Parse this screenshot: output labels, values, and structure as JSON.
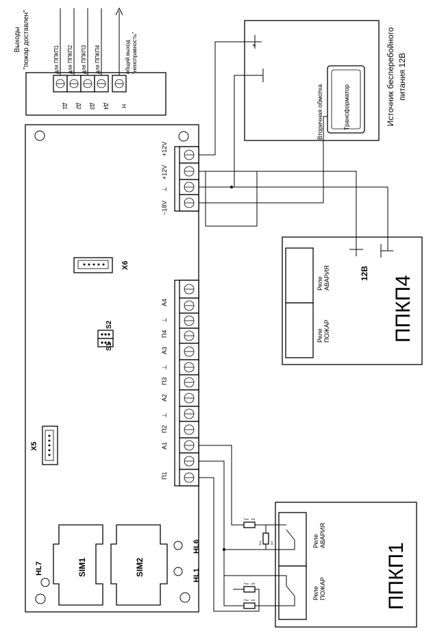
{
  "outputs_block": {
    "heading_line1": "Выходы",
    "heading_line2": "\"пожар доставлен\"",
    "channels": [
      {
        "label": "для ППКП1",
        "contact": "Д1"
      },
      {
        "label": "для ППКП2",
        "contact": "Д2"
      },
      {
        "label": "для ППКП3",
        "contact": "Д3"
      },
      {
        "label": "для ППКП4",
        "contact": "Д4"
      }
    ],
    "fault_line1": "общий выход",
    "fault_line2": "\"неисправность\"",
    "fault_contact": "Н"
  },
  "power_supply": {
    "title_line1": "Источник бесперебойного",
    "title_line2": "питания   12В",
    "transformer": "Трансформатор",
    "secondary": "Вторичная обмотка",
    "plus": "+",
    "minus": "⊥"
  },
  "board": {
    "power_terminals": [
      "+12V",
      "+12V",
      "⊥",
      "~18V"
    ],
    "signal_terminals": [
      "А4",
      "⊥",
      "П4",
      "А3",
      "⊥",
      "П3",
      "А2",
      "⊥",
      "П2",
      "А1",
      "П1"
    ],
    "x6": "X6",
    "x5": "X5",
    "s1": "S1",
    "s2": "S2",
    "sim1": "SIM1",
    "sim2": "SIM2",
    "hl7": "HL7",
    "hl6": "HL6",
    "hl1": "HL1"
  },
  "ppkp4": {
    "title": "ППКП4",
    "relay_fault_1": "Реле",
    "relay_fault_2": "АВАРИЯ",
    "relay_fire_1": "Реле",
    "relay_fire_2": "ПОЖАР",
    "voltage": "12В",
    "plus": "+",
    "minus": "⊥"
  },
  "ppkp1": {
    "title": "ППКП1",
    "relay_fault_1": "Реле",
    "relay_fault_2": "АВАРИЯ",
    "relay_fire_1": "Реле",
    "relay_fire_2": "ПОЖАР",
    "resistor_name": "Rок",
    "resistor_value": "1к5"
  }
}
